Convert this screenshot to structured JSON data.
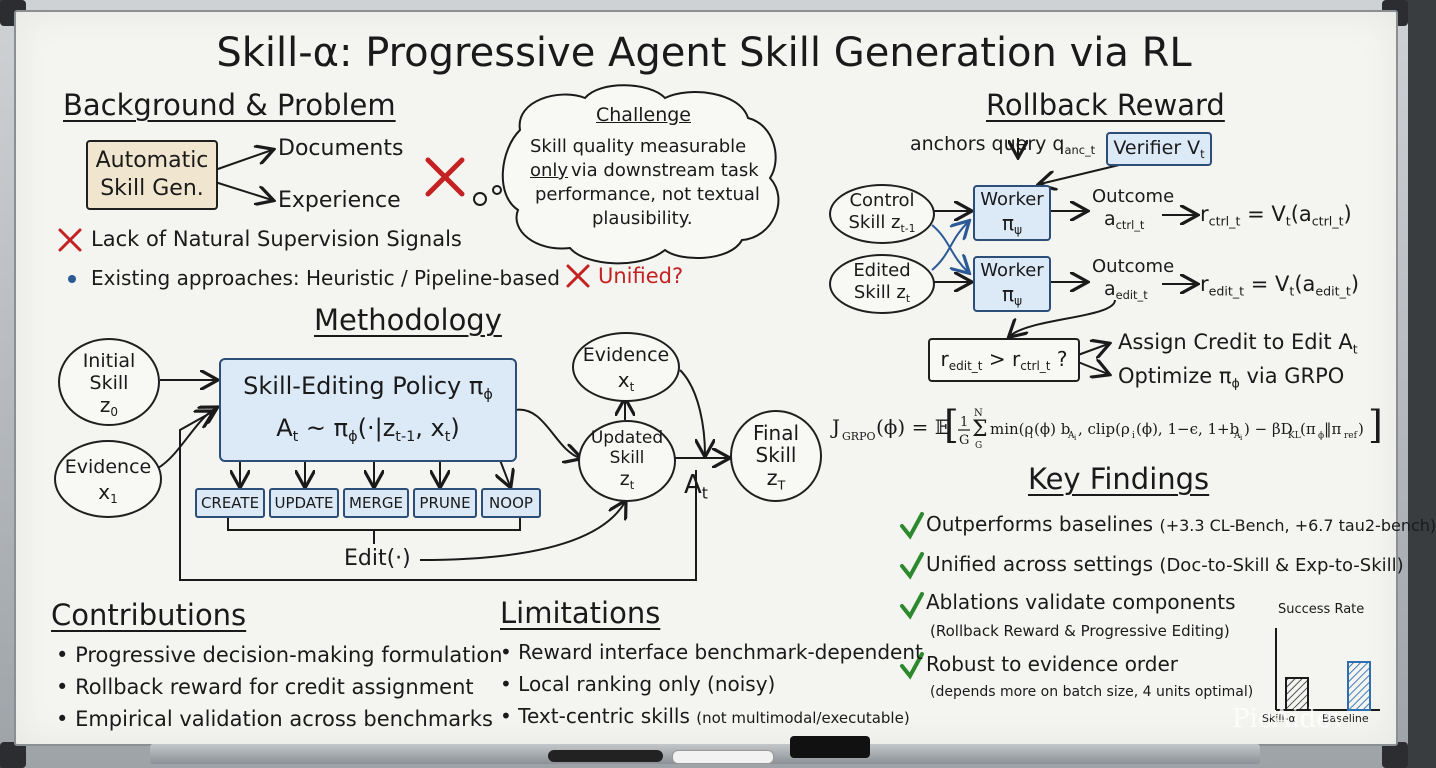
{
  "title": "Skill-α: Progressive Agent Skill Generation via RL",
  "background": {
    "heading": "Background & Problem",
    "source_box": [
      "Automatic",
      "Skill Gen."
    ],
    "targets": [
      "Documents",
      "Experience"
    ],
    "lack": "Lack of Natural Supervision Signals",
    "existing": "Existing approaches: Heuristic / Pipeline-based",
    "unified_q": "Unified?"
  },
  "challenge": {
    "title": "Challenge",
    "lines": [
      "Skill quality measurable",
      "only",
      "via downstream task",
      "performance, not textual",
      "plausibility."
    ]
  },
  "methodology": {
    "heading": "Methodology",
    "initial": [
      "Initial",
      "Skill",
      "z",
      "0"
    ],
    "evidence1": [
      "Evidence",
      "x",
      "1"
    ],
    "policy_line1": "Skill-Editing Policy π",
    "policy_sub": "ϕ",
    "policy_line2": "A",
    "policy_line2_sub": "t",
    "policy_line2_rest": " ~ π",
    "policy_line2_phi": "ϕ",
    "policy_line2_args": "(·|z",
    "policy_line2_tm1": "t-1",
    "policy_line2_x": ", x",
    "policy_line2_xt": "t",
    "policy_line2_end": ")",
    "ops": [
      "CREATE",
      "UPDATE",
      "MERGE",
      "PRUNE",
      "NOOP"
    ],
    "edit": "Edit(·)",
    "evidence_t": [
      "Evidence",
      "x",
      "t"
    ],
    "updated": [
      "Updated",
      "Skill",
      "z",
      "t"
    ],
    "a_t": [
      "A",
      "t"
    ],
    "final": [
      "Final",
      "Skill",
      "z",
      "T"
    ]
  },
  "rollback": {
    "heading": "Rollback Reward",
    "anchors": "anchors query q",
    "anchors_sub": "anc_t",
    "verifier": "Verifier V",
    "verifier_sub": "t",
    "control": [
      "Control",
      "Skill z",
      "t-1"
    ],
    "edited": [
      "Edited",
      "Skill z",
      "t"
    ],
    "worker": [
      "Worker",
      "π",
      "ψ"
    ],
    "outcome": "Outcome",
    "a_ctrl": [
      "a",
      "ctrl_t"
    ],
    "a_edit": [
      "a",
      "edit_t"
    ],
    "r_ctrl": [
      "r",
      "ctrl_t",
      " = V",
      "t",
      "(a",
      "ctrl_t",
      ")"
    ],
    "r_edit": [
      "r",
      "edit_t",
      " = V",
      "t",
      "(a",
      "edit_t",
      ")"
    ],
    "compare": [
      "r",
      "edit_t",
      " > r",
      "ctrl_t",
      " ?"
    ],
    "assign": [
      "Assign Credit to Edit A",
      "t"
    ],
    "optimize": [
      "Optimize π",
      "ϕ",
      " via GRPO"
    ],
    "formula": "J_GRPO(ϕ) = 𝔼[ (1/G) Σ_G^N min(ρ_i(ϕ) b_Ai, clip(ρ_i(ϕ), 1−ϵ, 1+b_Ai) − βD_KL(π_ϕ‖π_ref) ]"
  },
  "findings": {
    "heading": "Key Findings",
    "items": [
      {
        "main": "Outperforms baselines",
        "detail": "(+3.3 CL-Bench, +6.7 tau2-bench)"
      },
      {
        "main": "Unified across settings",
        "detail": "(Doc-to-Skill & Exp-to-Skill)"
      },
      {
        "main": "Ablations validate components",
        "detail": "(Rollback Reward & Progressive Editing)"
      },
      {
        "main": "Robust to evidence order",
        "detail": "(depends more on batch size, 4 units optimal)"
      }
    ]
  },
  "chart_data": {
    "type": "bar",
    "title": "Success Rate",
    "categories": [
      "Skill-α",
      "Baseline"
    ],
    "values": [
      0.4,
      0.6
    ],
    "value_scale": "relative (unlabeled axis)",
    "colors": [
      "#1a1a1a",
      "#2f6fb0"
    ]
  },
  "contributions": {
    "heading": "Contributions",
    "items": [
      "Progressive decision-making formulation",
      "Rollback reward for credit assignment",
      "Empirical validation across benchmarks"
    ]
  },
  "limitations": {
    "heading": "Limitations",
    "items": [
      {
        "main": "Reward interface benchmark-dependent",
        "detail": ""
      },
      {
        "main": "Local ranking only (noisy)",
        "detail": ""
      },
      {
        "main": "Text-centric skills",
        "detail": "(not multimodal/executable)"
      }
    ]
  },
  "watermark": "PicAidev",
  "colors": {
    "accent_blue": "#2c4e78",
    "box_fill": "#dce9f7",
    "red_mark": "#c42222",
    "green_check": "#2c8a2c"
  }
}
